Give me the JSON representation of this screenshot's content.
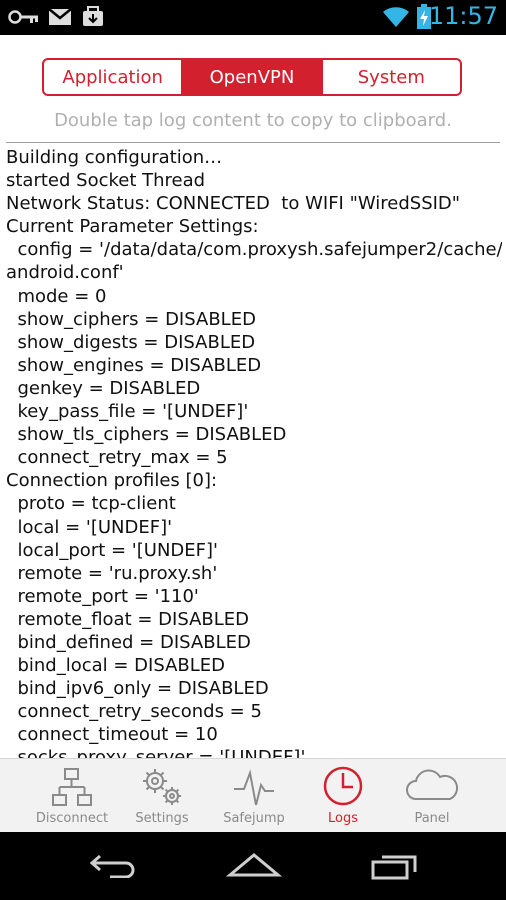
{
  "status_bar": {
    "time": "11:57"
  },
  "tabs": [
    {
      "label": "Application",
      "active": false
    },
    {
      "label": "OpenVPN",
      "active": true
    },
    {
      "label": "System",
      "active": false
    }
  ],
  "hint": "Double tap log content to copy to clipboard.",
  "log_lines": [
    "Building configuration…",
    "started Socket Thread",
    "Network Status: CONNECTED  to WIFI \"WiredSSID\"",
    "Current Parameter Settings:",
    "  config = '/data/data/com.proxysh.safejumper2/cache/",
    "android.conf'",
    "  mode = 0",
    "  show_ciphers = DISABLED",
    "  show_digests = DISABLED",
    "  show_engines = DISABLED",
    "  genkey = DISABLED",
    "  key_pass_file = '[UNDEF]'",
    "  show_tls_ciphers = DISABLED",
    "  connect_retry_max = 5",
    "Connection profiles [0]:",
    "  proto = tcp-client",
    "  local = '[UNDEF]'",
    "  local_port = '[UNDEF]'",
    "  remote = 'ru.proxy.sh'",
    "  remote_port = '110'",
    "  remote_float = DISABLED",
    "  bind_defined = DISABLED",
    "  bind_local = DISABLED",
    "  bind_ipv6_only = DISABLED",
    "  connect_retry_seconds = 5",
    "  connect_timeout = 10",
    "  socks_proxy_server = '[UNDEF]'"
  ],
  "bottom_nav": [
    {
      "label": "Disconnect",
      "icon": "network-icon",
      "active": false
    },
    {
      "label": "Settings",
      "icon": "gears-icon",
      "active": false
    },
    {
      "label": "Safejump",
      "icon": "pulse-icon",
      "active": false
    },
    {
      "label": "Logs",
      "icon": "clock-icon",
      "active": true
    },
    {
      "label": "Panel",
      "icon": "cloud-icon",
      "active": false
    }
  ],
  "colors": {
    "accent": "#d3202f",
    "status_blue": "#33b5e5",
    "hint_gray": "#b0b0b0"
  }
}
